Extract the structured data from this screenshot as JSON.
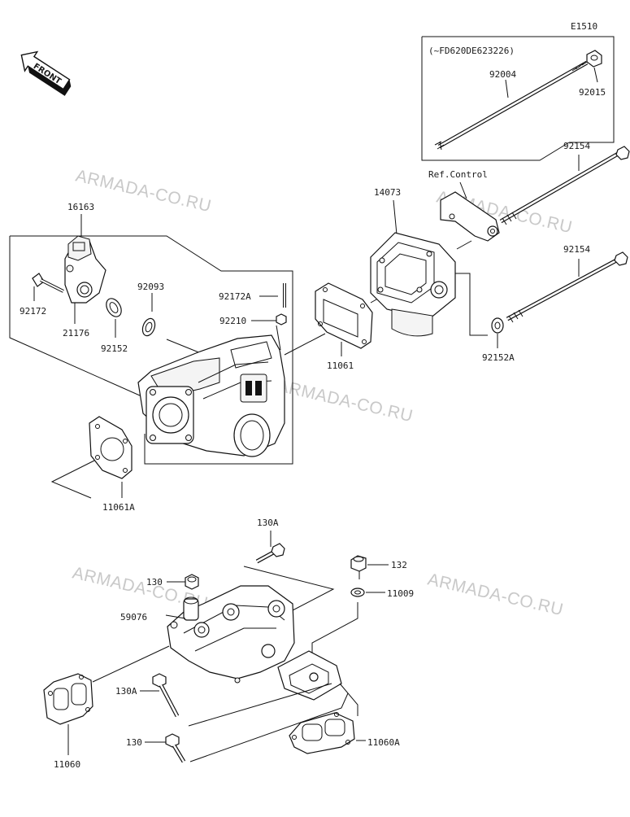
{
  "diagram_code": "E1510",
  "front_label": "FRONT",
  "watermark": "ARMADA-CO.RU",
  "serial_note": "(~FD620DE623226)",
  "ref_control": "Ref.Control",
  "parts": {
    "p16163": "16163",
    "p92172": "92172",
    "p21176": "21176",
    "p92152": "92152",
    "p92093": "92093",
    "p92172A": "92172A",
    "p92210": "92210",
    "p11061": "11061",
    "p11061A": "11061A",
    "p14073": "14073",
    "p92004": "92004",
    "p92015": "92015",
    "p92154_top": "92154",
    "p92154_bot": "92154",
    "p92152A": "92152A",
    "p130A_top": "130A",
    "p130_top": "130",
    "p132": "132",
    "p11009": "11009",
    "p59076": "59076",
    "p130A_bot": "130A",
    "p130_bot": "130",
    "p11060": "11060",
    "p11060A": "11060A"
  }
}
